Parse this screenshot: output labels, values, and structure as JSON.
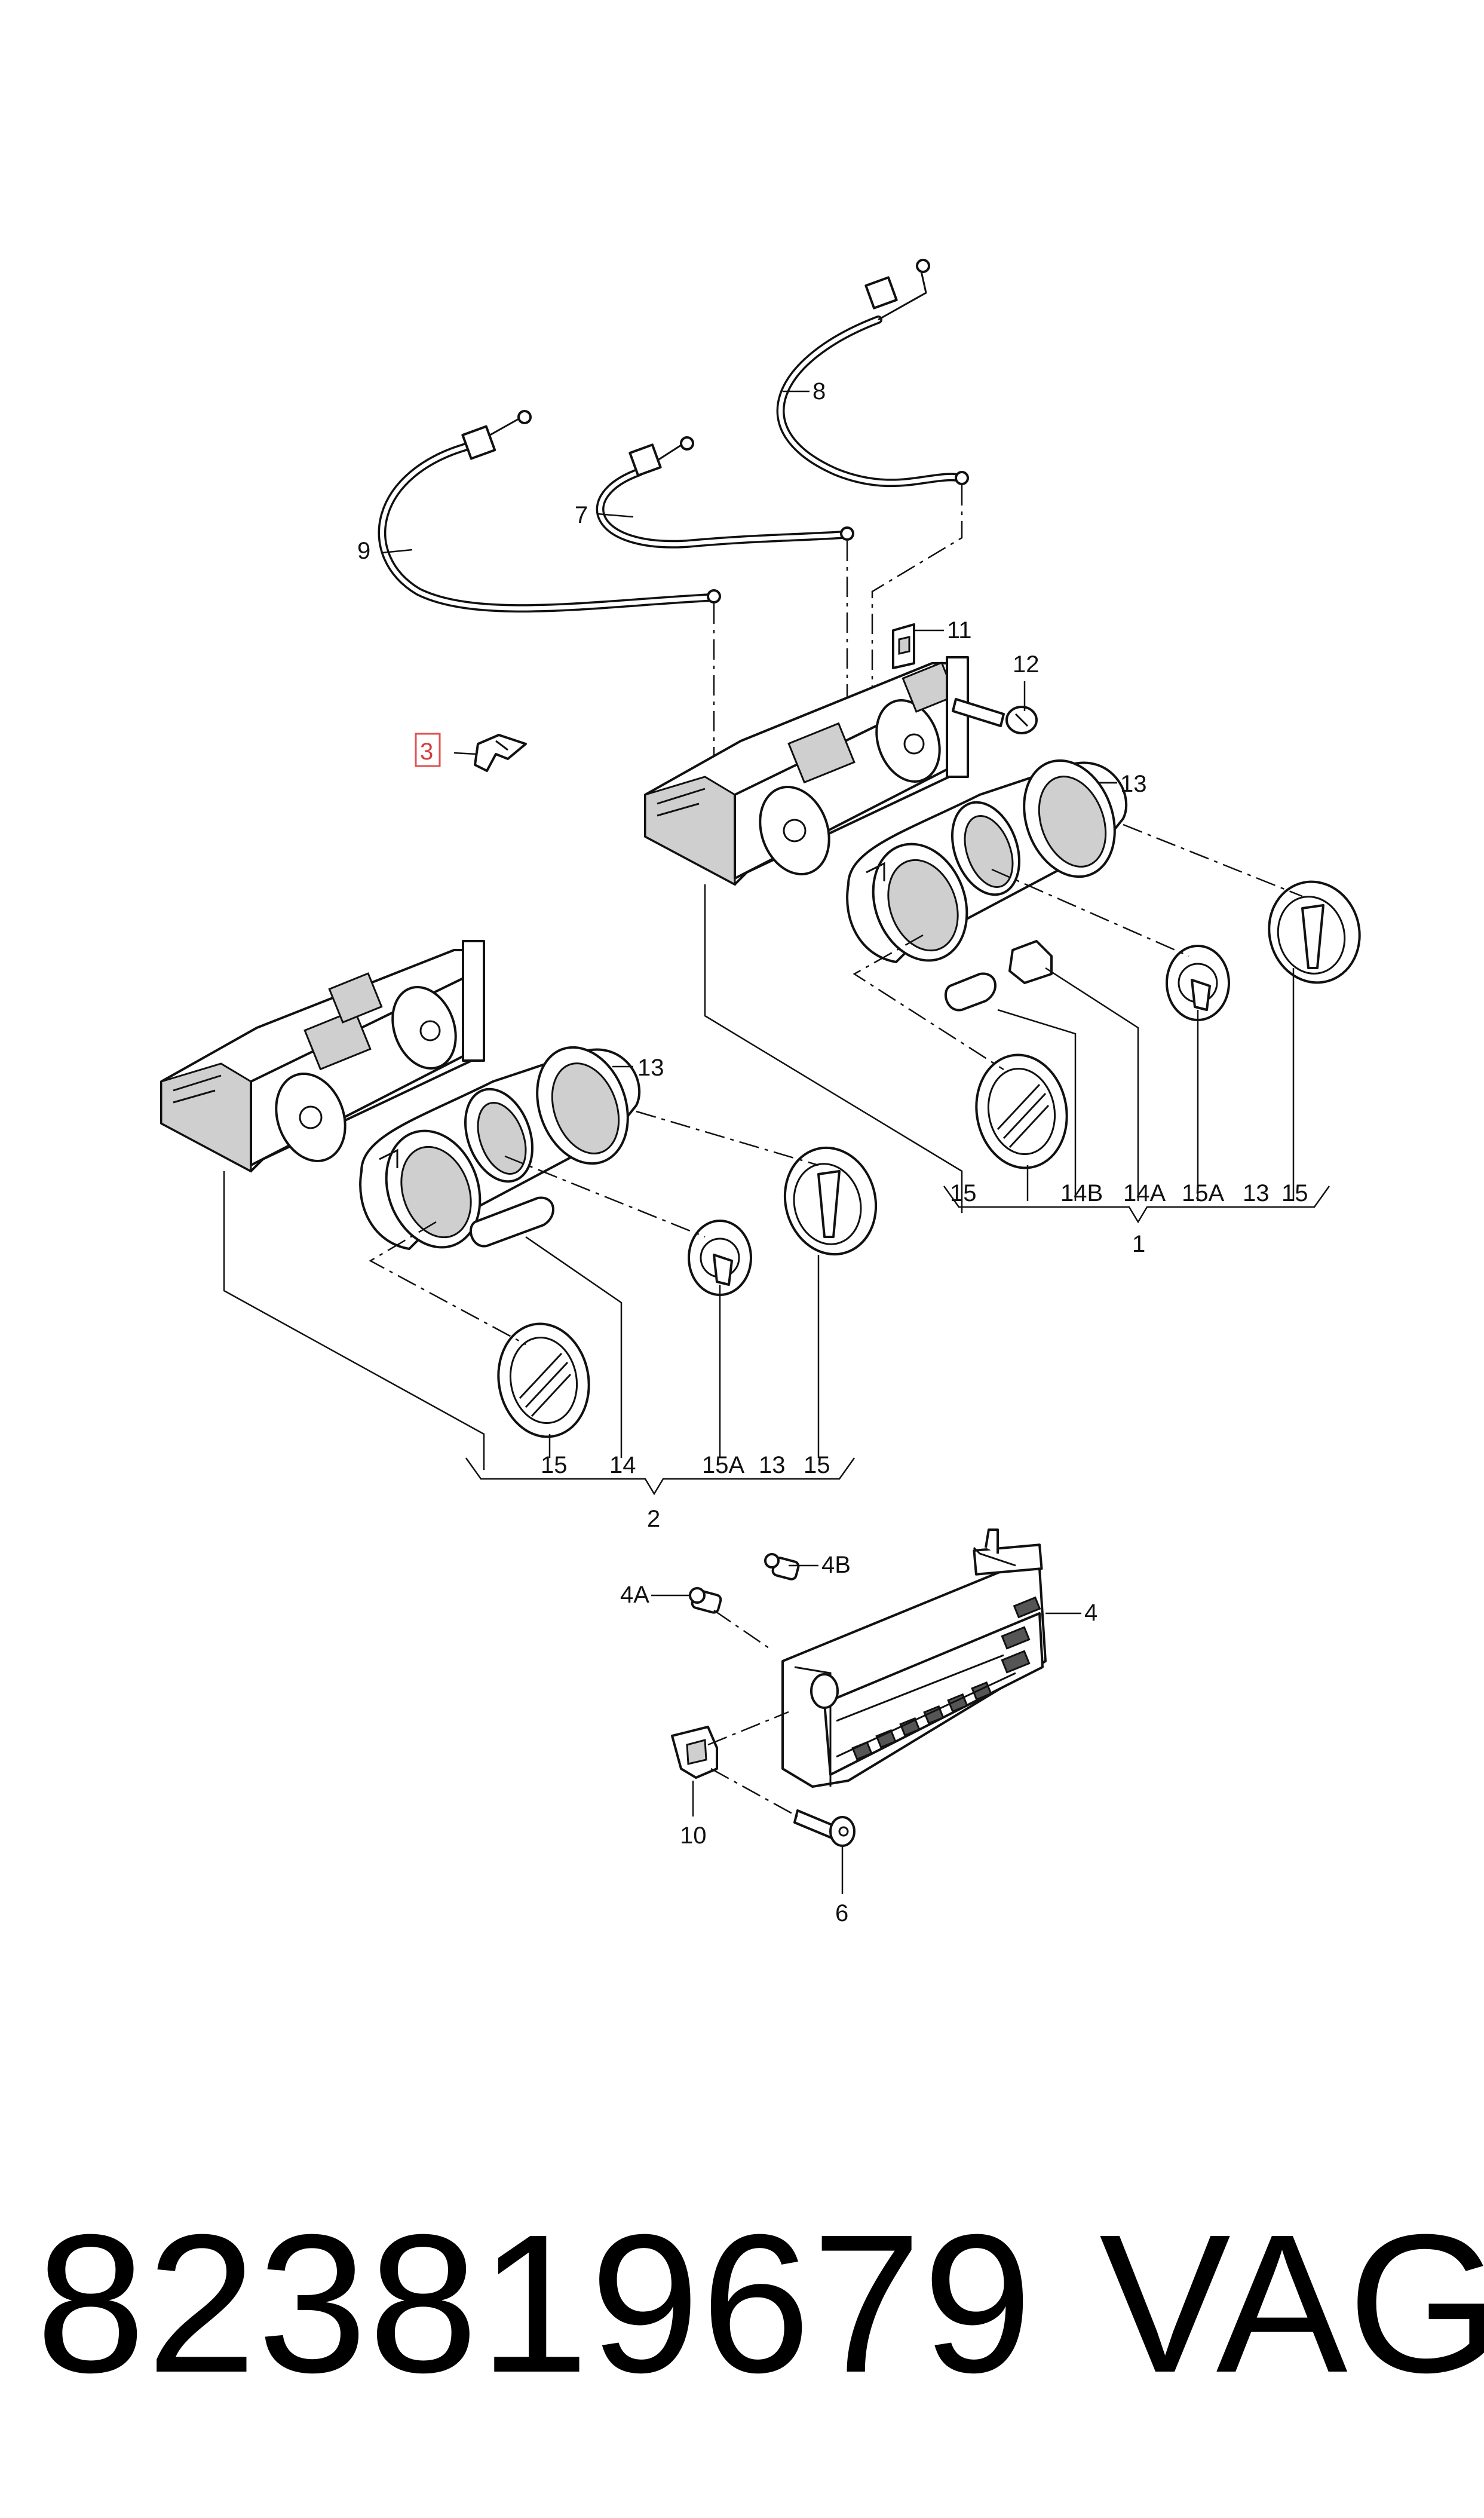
{
  "callouts": {
    "c1": "1",
    "c2": "2",
    "c3": "3",
    "c4": "4",
    "c4a": "4A",
    "c4b": "4B",
    "c6": "6",
    "c7": "7",
    "c8": "8",
    "c9": "9",
    "c10": "10",
    "c11": "11",
    "c12": "12",
    "c13a": "13",
    "c13b": "13",
    "group1": [
      "15",
      "14B",
      "14A",
      "15A",
      "13",
      "15"
    ],
    "group2": [
      "15",
      "14",
      "15A",
      "13",
      "15"
    ]
  },
  "highlighted_callout": "3",
  "footer": {
    "part_number": "823819679",
    "brand": "VAG"
  },
  "colors": {
    "highlight": "#e05050",
    "ink": "#111111"
  }
}
